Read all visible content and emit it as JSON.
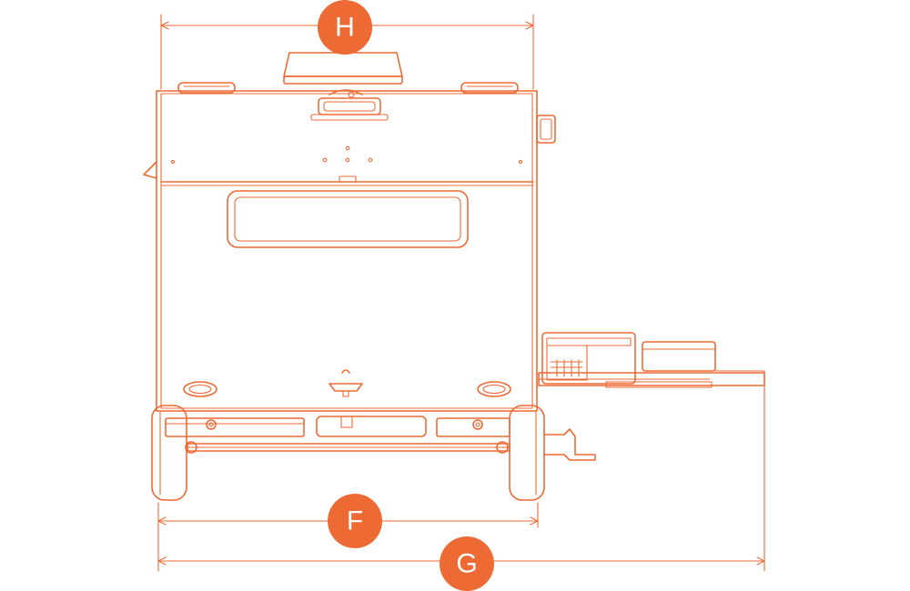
{
  "diagram": {
    "line_color": "#EE6A34",
    "background": "#FFFFFF",
    "dimension_labels": {
      "H": "H",
      "F": "F",
      "G": "G"
    }
  }
}
